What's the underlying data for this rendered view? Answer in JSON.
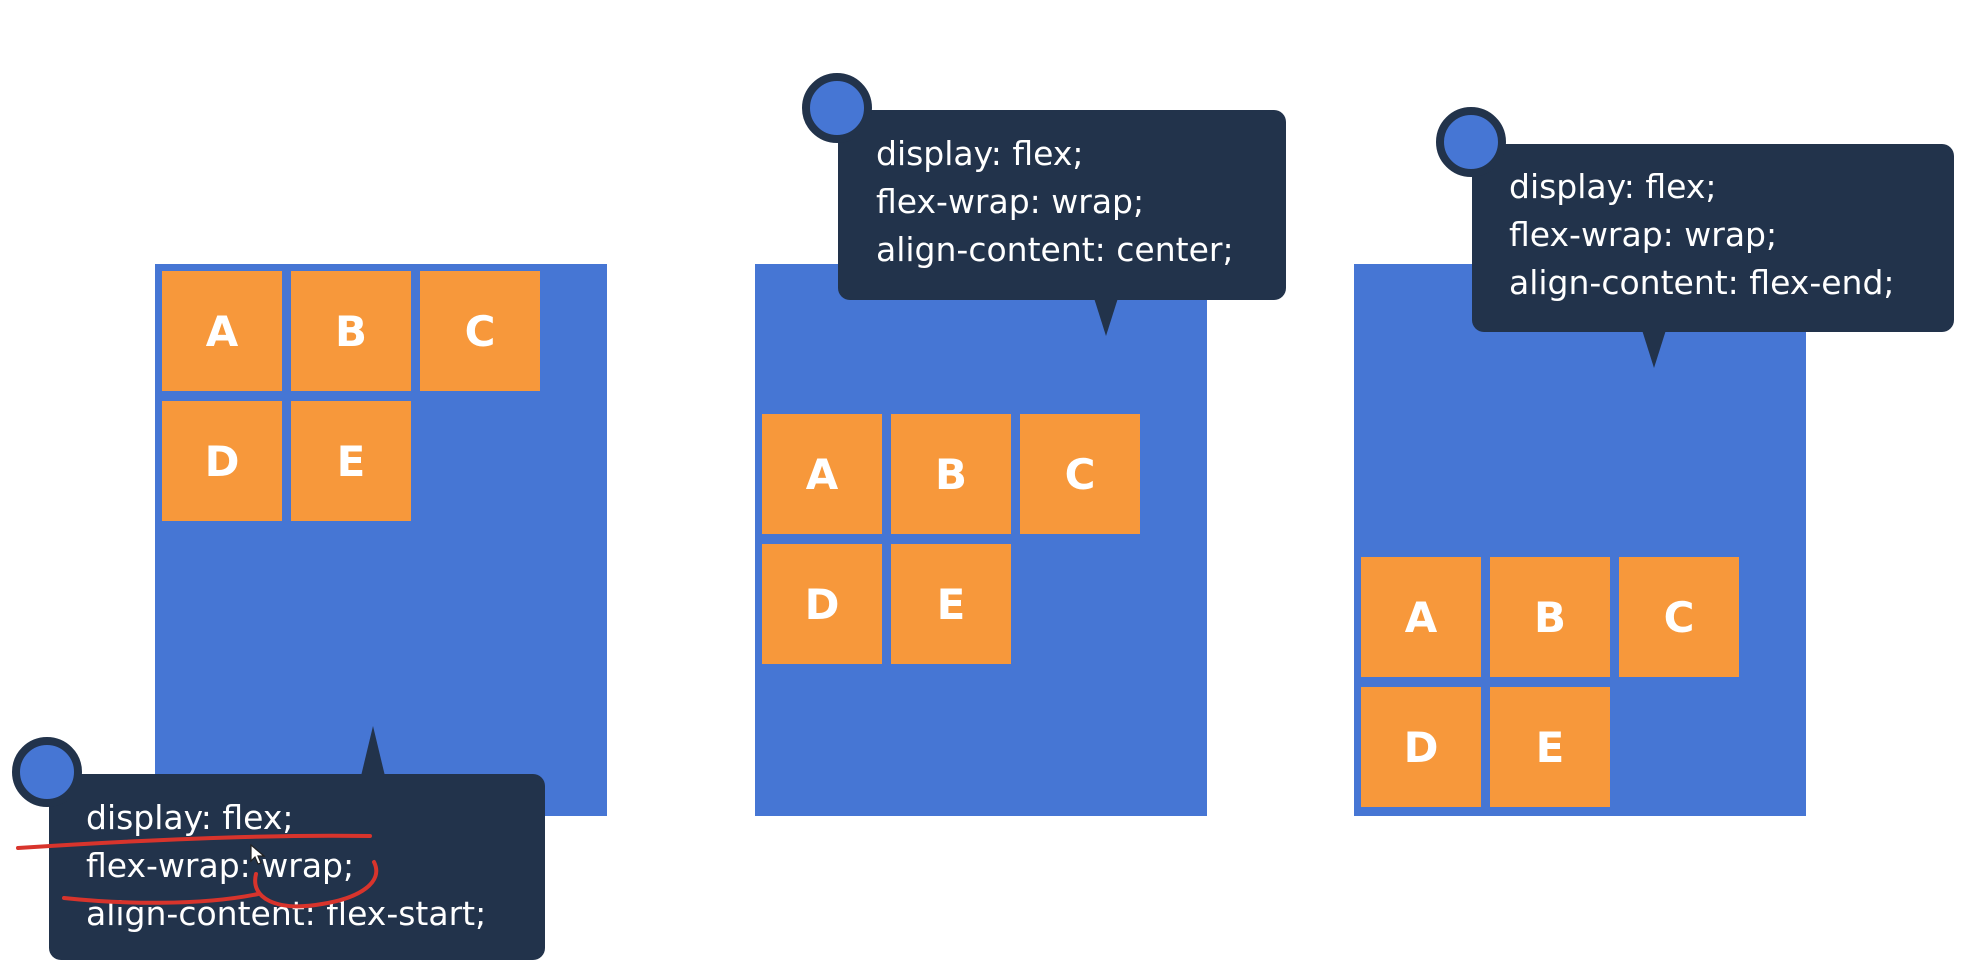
{
  "colors": {
    "container": "#4676d4",
    "item": "#f7983b",
    "callout": "#22334b",
    "annotation": "#d8342c"
  },
  "examples": [
    {
      "items": [
        "A",
        "B",
        "C",
        "D",
        "E"
      ],
      "code": [
        "display: flex;",
        "flex-wrap: wrap;",
        "align-content: flex-start;"
      ]
    },
    {
      "items": [
        "A",
        "B",
        "C",
        "D",
        "E"
      ],
      "code": [
        "display: flex;",
        "flex-wrap: wrap;",
        "align-content: center;"
      ]
    },
    {
      "items": [
        "A",
        "B",
        "C",
        "D",
        "E"
      ],
      "code": [
        "display: flex;",
        "flex-wrap: wrap;",
        "align-content: flex-end;"
      ]
    }
  ]
}
